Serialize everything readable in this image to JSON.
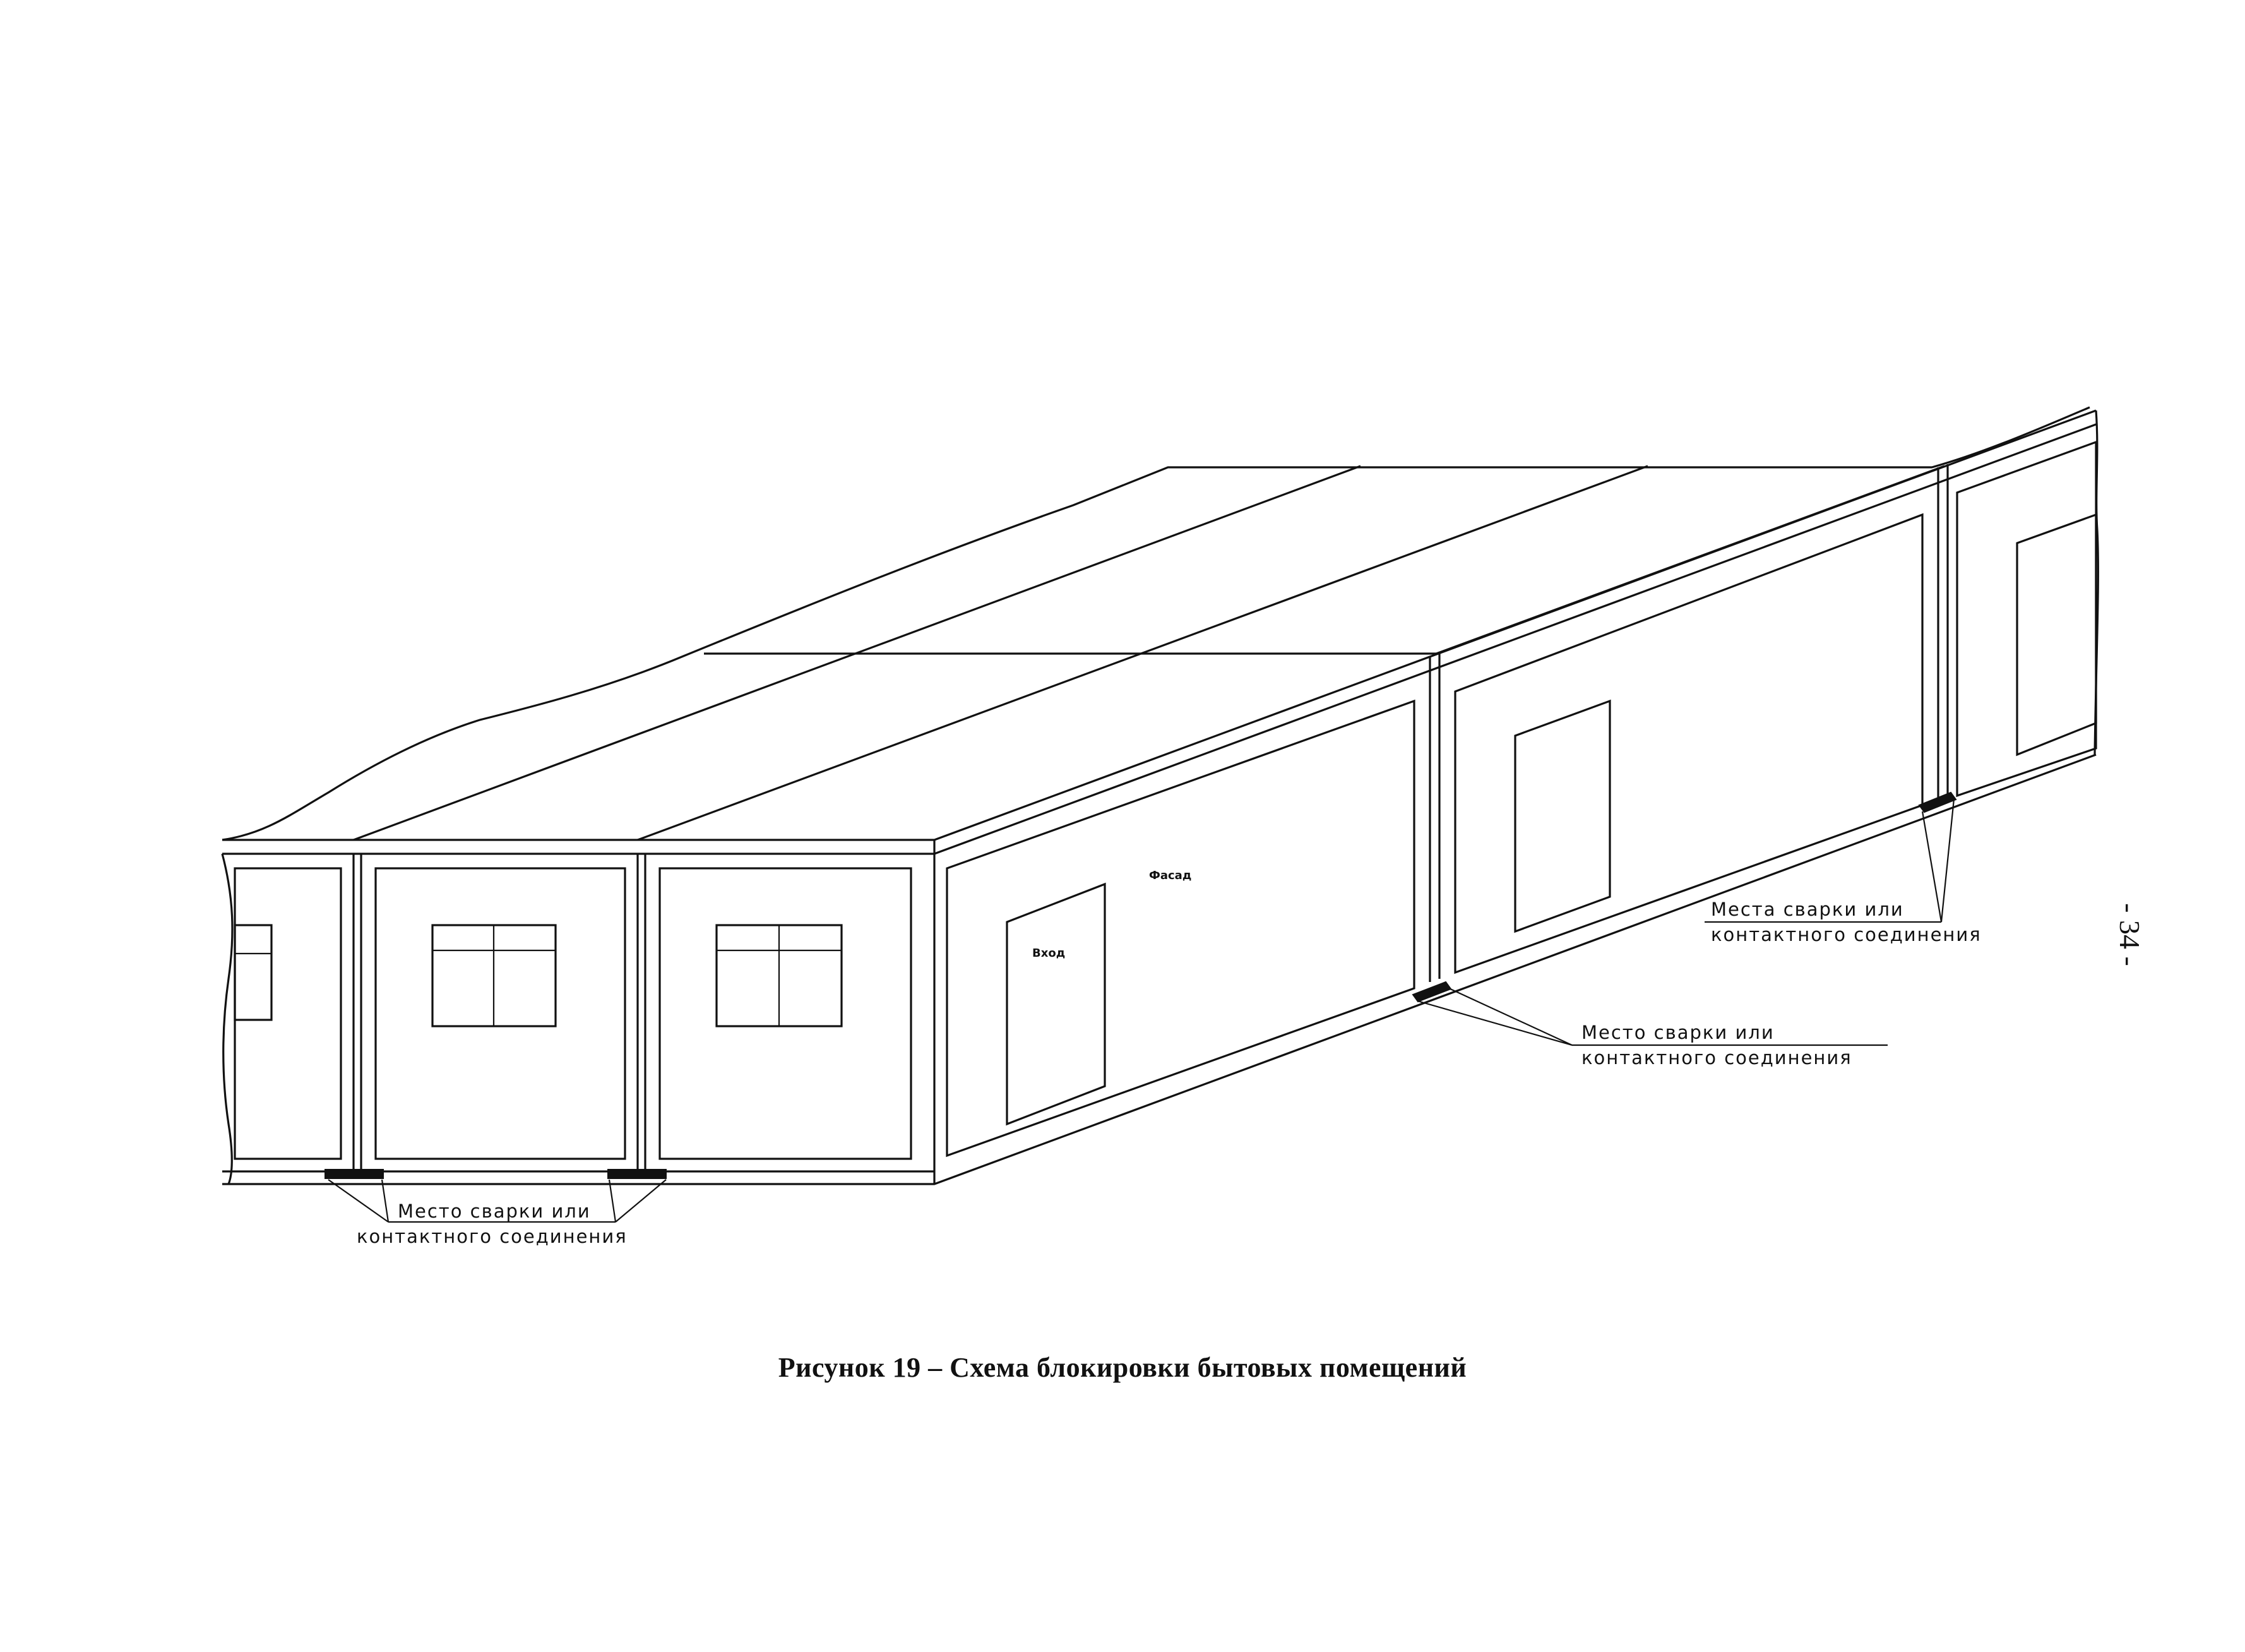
{
  "figure": {
    "caption": "Рисунок 19 – Схема блокировки бытовых помещений",
    "page_number": "- 34 -",
    "labels": {
      "facade": "Фасад",
      "entrance": "Вход"
    },
    "callouts": [
      {
        "line1": "Место сварки или",
        "line2": "контактного соединения"
      },
      {
        "line1": "Место сварки или",
        "line2": "контактного соединения"
      },
      {
        "line1": "Места сварки или",
        "line2": "контактного соединения"
      }
    ]
  }
}
